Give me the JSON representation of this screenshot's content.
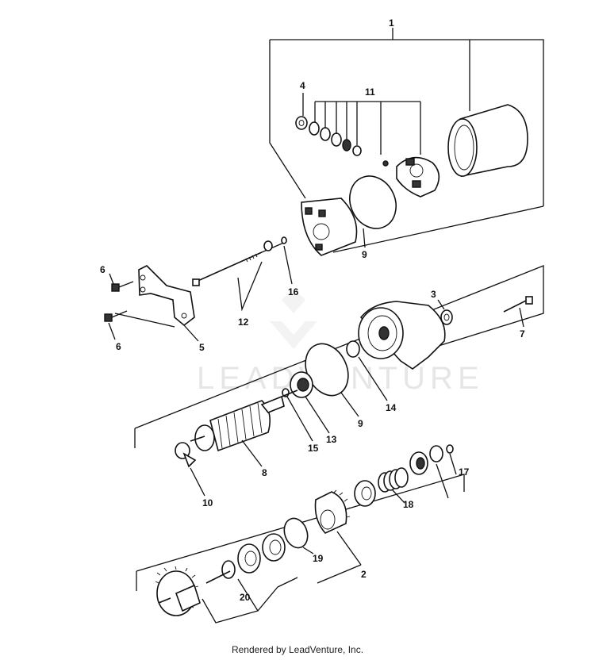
{
  "diagram": {
    "callouts": [
      "1",
      "2",
      "3",
      "4",
      "5",
      "6",
      "6",
      "7",
      "8",
      "9",
      "9",
      "10",
      "11",
      "12",
      "13",
      "14",
      "15",
      "16",
      "17",
      "18",
      "19",
      "20"
    ]
  },
  "watermark": {
    "text": "LEADVENTURE"
  },
  "footer": {
    "credit": "Rendered by LeadVenture, Inc."
  }
}
